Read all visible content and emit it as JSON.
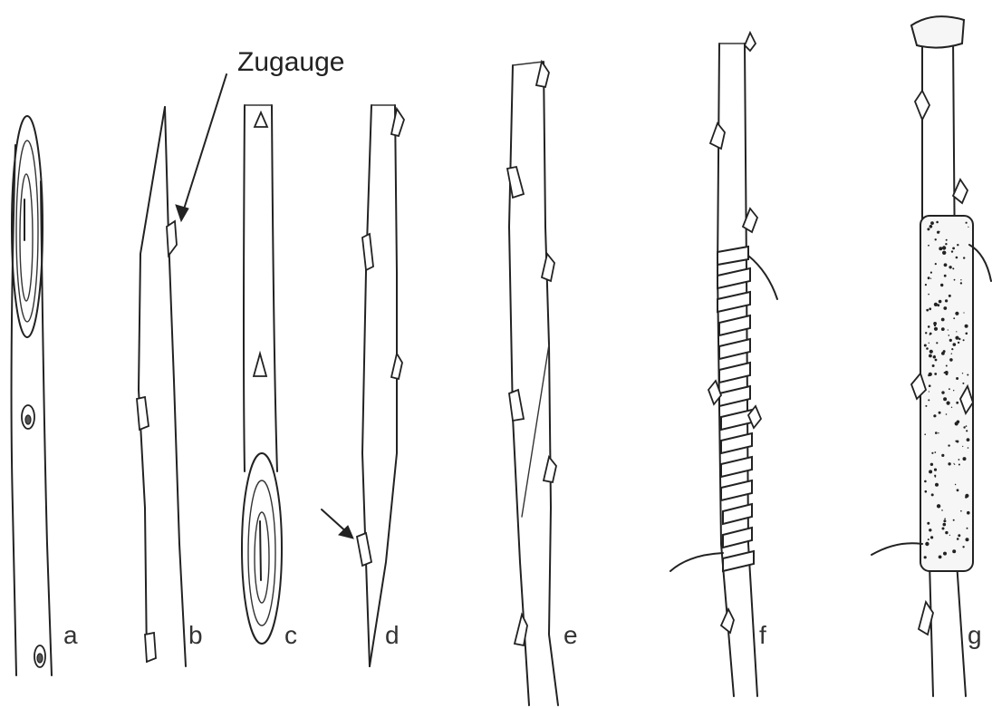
{
  "figure": {
    "annotation": "Zugauge",
    "panels": [
      {
        "id": "a",
        "label": "a"
      },
      {
        "id": "b",
        "label": "b"
      },
      {
        "id": "c",
        "label": "c"
      },
      {
        "id": "d",
        "label": "d"
      },
      {
        "id": "e",
        "label": "e"
      },
      {
        "id": "f",
        "label": "f"
      },
      {
        "id": "g",
        "label": "g"
      }
    ]
  }
}
